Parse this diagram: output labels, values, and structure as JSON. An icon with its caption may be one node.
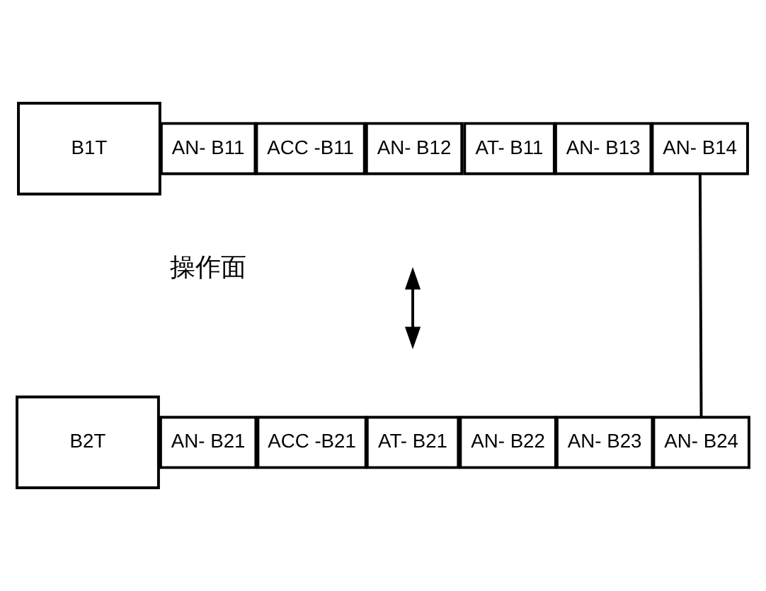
{
  "diagram": {
    "nodes": [
      {
        "text": [
          "B1T"
        ]
      },
      {
        "text": [
          "AN- B11"
        ]
      },
      {
        "text": [
          "ACC -B11"
        ]
      },
      {
        "text": [
          "AN- B12"
        ]
      },
      {
        "text": [
          "AT- B11"
        ]
      },
      {
        "text": [
          "AN- B13"
        ]
      },
      {
        "text": [
          "AN- B14"
        ]
      },
      {
        "text": [
          "B2T"
        ]
      },
      {
        "text": [
          "AN- B21"
        ]
      },
      {
        "text": [
          "ACC -B21"
        ]
      },
      {
        "text": [
          "AT- B21"
        ]
      },
      {
        "text": [
          "AN- B22"
        ]
      },
      {
        "text": [
          "AN- B23"
        ]
      },
      {
        "text": [
          "AN- B24"
        ]
      }
    ],
    "edges": [
      {
        "from": 6,
        "to": 13,
        "arrow": "none"
      }
    ],
    "labels": [
      "操作面"
    ]
  }
}
